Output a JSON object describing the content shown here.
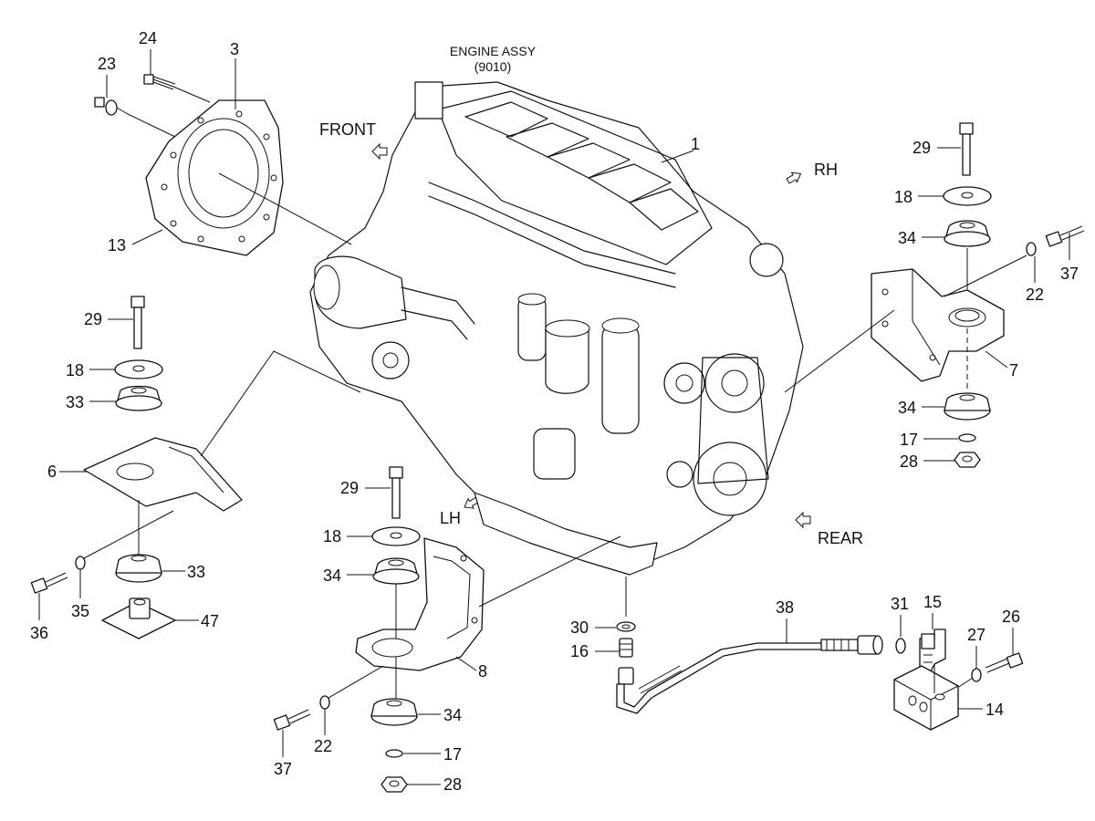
{
  "header": {
    "title_line1": "ENGINE ASSY",
    "title_line2": "(9010)"
  },
  "directions": {
    "front": "FRONT",
    "rh": "RH",
    "lh": "LH",
    "rear": "REAR"
  },
  "callouts": {
    "c1": "1",
    "c3": "3",
    "c6": "6",
    "c7": "7",
    "c8": "8",
    "c13": "13",
    "c14": "14",
    "c15": "15",
    "c16": "16",
    "c17a": "17",
    "c17b": "17",
    "c18a": "18",
    "c18b": "18",
    "c18c": "18",
    "c22a": "22",
    "c22b": "22",
    "c23": "23",
    "c24": "24",
    "c26": "26",
    "c27": "27",
    "c28a": "28",
    "c28b": "28",
    "c29a": "29",
    "c29b": "29",
    "c29c": "29",
    "c30": "30",
    "c31": "31",
    "c33a": "33",
    "c33b": "33",
    "c34a": "34",
    "c34b": "34",
    "c34c": "34",
    "c34d": "34",
    "c35": "35",
    "c36": "36",
    "c37a": "37",
    "c37b": "37",
    "c38": "38",
    "c47": "47"
  },
  "icons": {
    "direction_arrow": "hollow-arrow-icon"
  }
}
